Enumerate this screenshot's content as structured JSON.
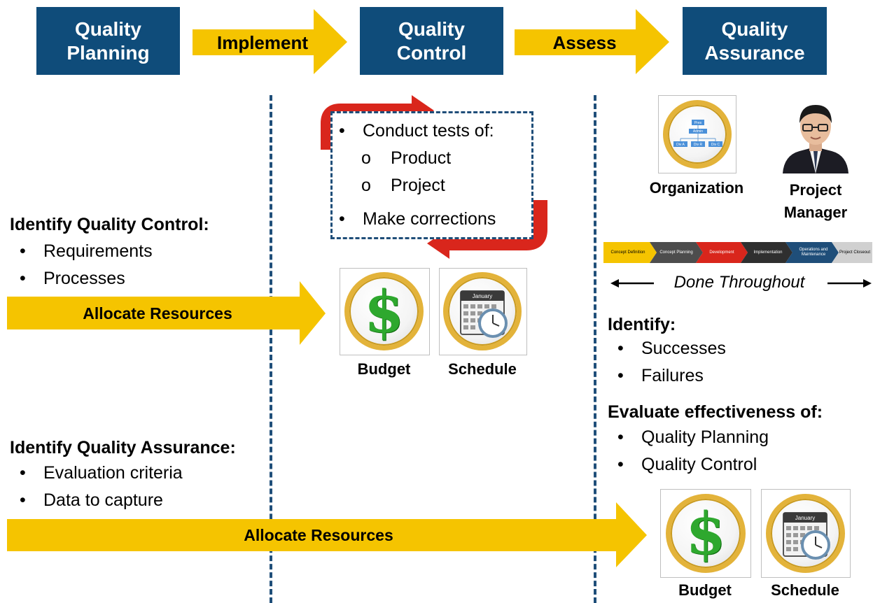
{
  "header": {
    "box1": [
      "Quality",
      "Planning"
    ],
    "arrow1": "Implement",
    "box2": [
      "Quality",
      "Control"
    ],
    "arrow2": "Assess",
    "box3": [
      "Quality",
      "Assurance"
    ]
  },
  "planning": {
    "qc_heading": "Identify Quality Control:",
    "qc_items": [
      "Requirements",
      "Processes"
    ],
    "allocate1": "Allocate Resources",
    "qa_heading": "Identify Quality Assurance:",
    "qa_items": [
      "Evaluation criteria",
      "Data to capture"
    ],
    "allocate2": "Allocate Resources"
  },
  "control": {
    "tests_label": "Conduct tests of:",
    "test_items": [
      "Product",
      "Project"
    ],
    "corrections": "Make corrections",
    "budget_caption": "Budget",
    "schedule_caption": "Schedule",
    "calendar_month": "January"
  },
  "assurance": {
    "org_chart": {
      "top": "Pres",
      "mid": "Admin",
      "divs": [
        "Div A",
        "Div R",
        "Div C"
      ]
    },
    "organization_caption": "Organization",
    "pm_caption": [
      "Project",
      "Manager"
    ],
    "phases": [
      "Concept Definition",
      "Concept Planning",
      "Development",
      "Implementation",
      "Operations and Maintenance",
      "Project Closeout"
    ],
    "done_throughout": "Done Throughout",
    "identify_heading": "Identify:",
    "identify_items": [
      "Successes",
      "Failures"
    ],
    "evaluate_heading": "Evaluate effectiveness of:",
    "evaluate_items": [
      "Quality Planning",
      "Quality Control"
    ],
    "budget_caption": "Budget",
    "schedule_caption": "Schedule",
    "calendar_month": "January"
  },
  "colors": {
    "navy": "#0f4c7a",
    "yellow": "#f5c400",
    "red": "#d9261c",
    "dash": "#1f4e79"
  }
}
